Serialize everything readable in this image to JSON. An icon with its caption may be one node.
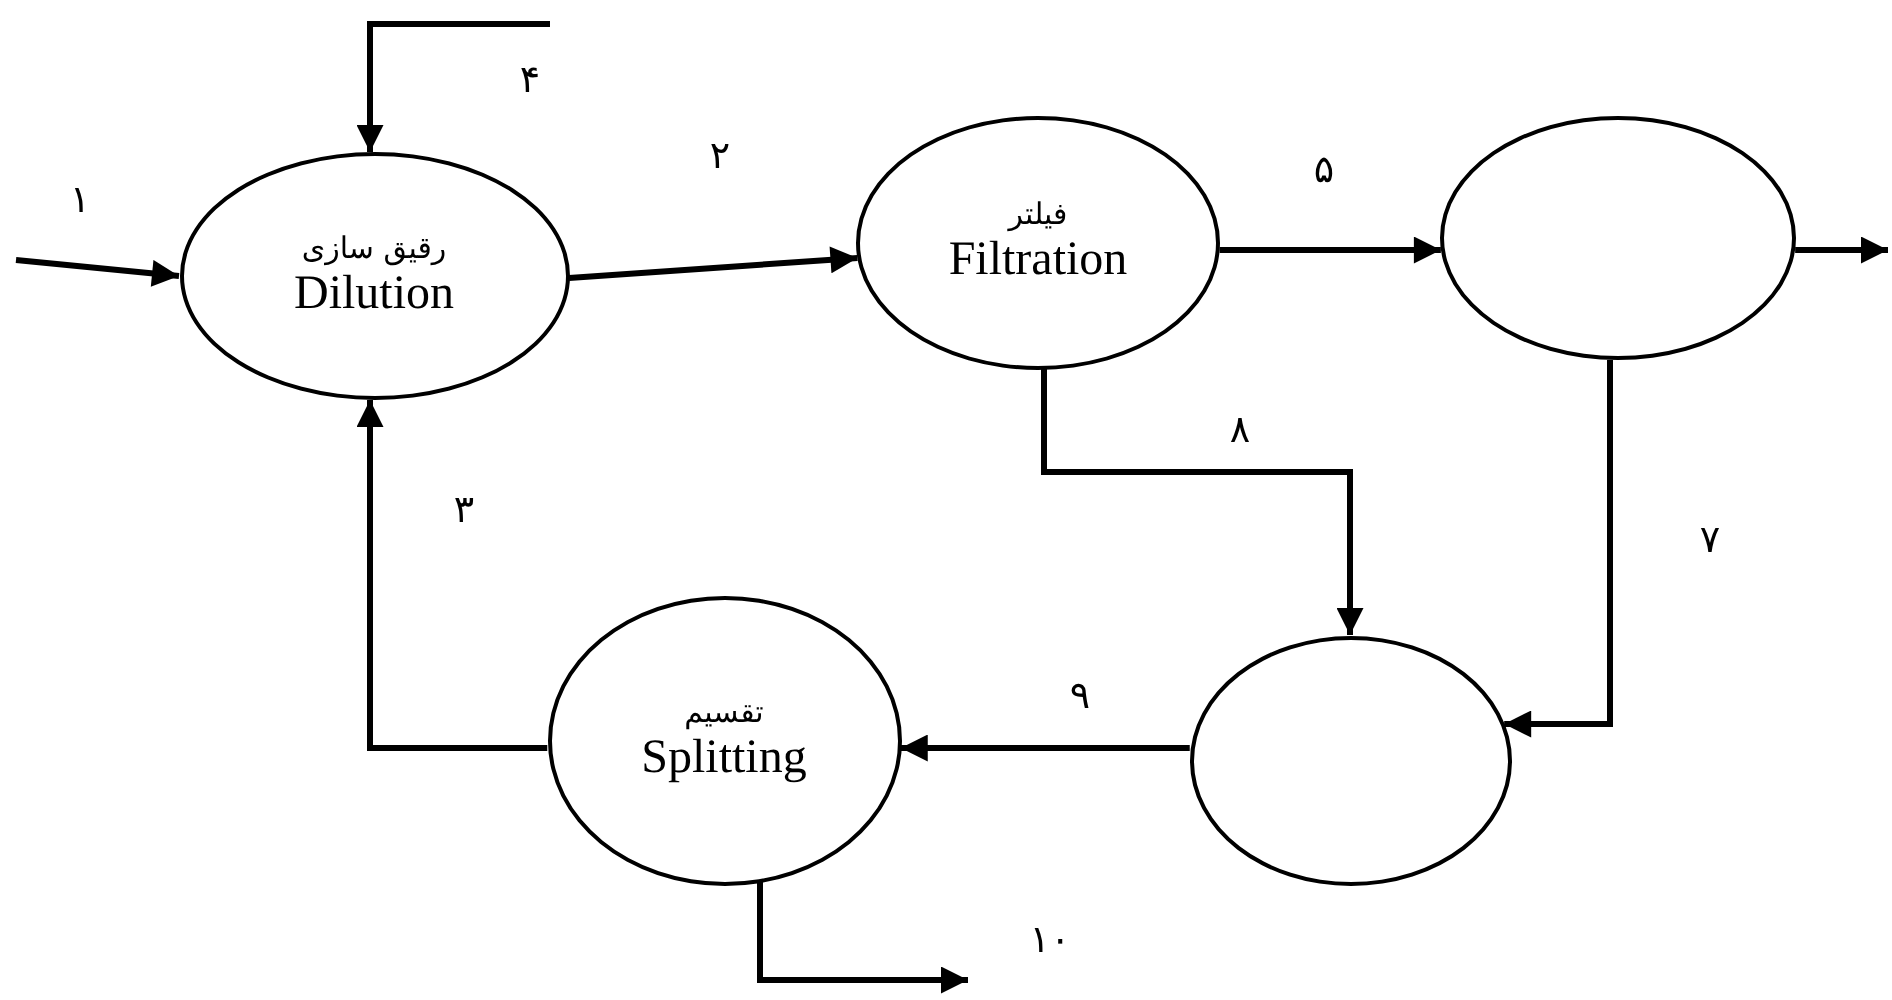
{
  "diagram": {
    "nodes": [
      {
        "text": [
          "رقیق سازی",
          "Dilution"
        ]
      },
      {
        "text": [
          "فیلتر",
          "Filtration"
        ]
      },
      {
        "text": [],
        "shape": "ellipse"
      },
      {
        "text": [],
        "shape": "ellipse"
      },
      {
        "text": [
          "تقسیم",
          "Splitting"
        ]
      }
    ],
    "edges": [
      {
        "from": null,
        "to": 0,
        "arrow": "to",
        "label": "۱"
      },
      {
        "from": null,
        "to": 0,
        "arrow": "to",
        "label": "۴"
      },
      {
        "from": 0,
        "to": 1,
        "arrow": "to",
        "label": "۲"
      },
      {
        "from": 1,
        "to": 2,
        "arrow": "to",
        "label": "۵"
      },
      {
        "from": 2,
        "to": null,
        "arrow": "to"
      },
      {
        "from": 1,
        "to": 3,
        "arrow": "to",
        "label": "۸"
      },
      {
        "from": 2,
        "to": 3,
        "arrow": "to",
        "label": "۷"
      },
      {
        "from": 3,
        "to": 4,
        "arrow": "to",
        "label": "۹"
      },
      {
        "from": 4,
        "to": 0,
        "arrow": "to",
        "label": "۳"
      },
      {
        "from": 4,
        "to": null,
        "arrow": "to",
        "label": "۱۰"
      }
    ]
  }
}
